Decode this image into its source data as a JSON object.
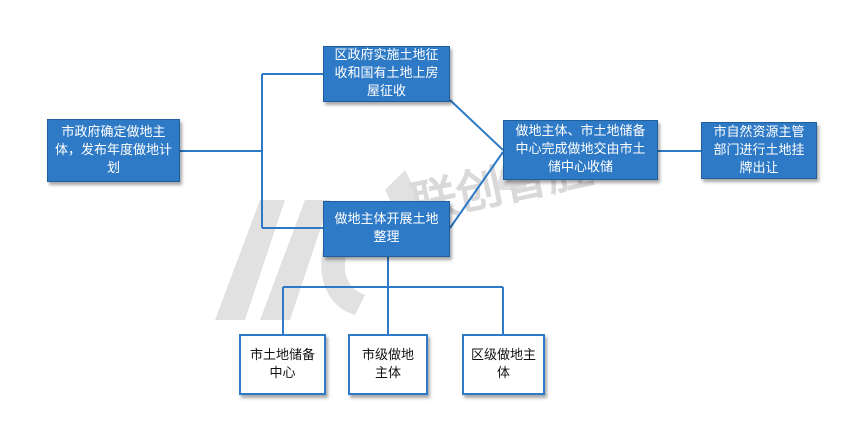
{
  "nodes": {
    "city_plan": "市政府确定做地主体，发布年度做地计划",
    "district_expropriation": "区政府实施土地征收和国有土地上房屋征收",
    "land_consolidation": "做地主体开展土地整理",
    "handover": "做地主体、市土地储备中心完成做地交由市土储中心收储",
    "listing": "市自然资源主管部门进行土地挂牌出让",
    "city_reserve_center": "市土地储备中心",
    "city_level_entity": "市级做地主体",
    "district_level_entity": "区级做地主体"
  },
  "watermark": "联创智胜",
  "colors": {
    "box_fill": "#2f7ac6",
    "line": "#2f7ac6",
    "watermark": "#d9d9d9"
  }
}
